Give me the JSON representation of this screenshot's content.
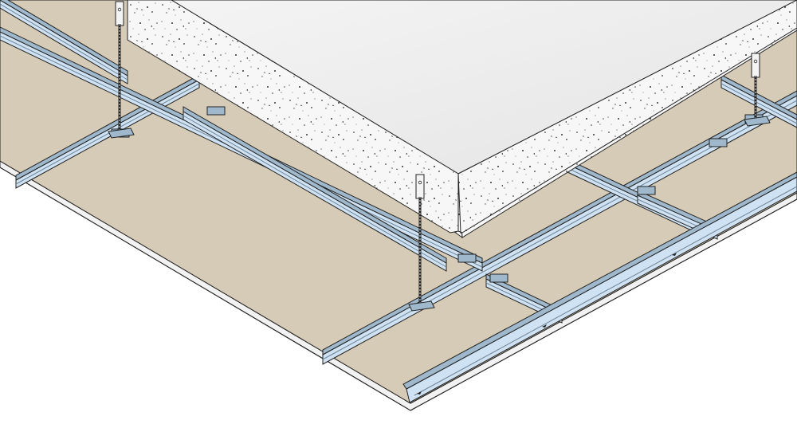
{
  "diagram": {
    "subject": "suspended-ceiling-grid-isometric",
    "components": [
      {
        "id": "concrete-slab",
        "icon": "concrete-slab-icon"
      },
      {
        "id": "plasterboard-panel",
        "icon": "board-icon"
      },
      {
        "id": "main-channel",
        "icon": "c-profile-icon"
      },
      {
        "id": "cross-channel",
        "icon": "c-profile-icon"
      },
      {
        "id": "perimeter-channel",
        "icon": "c-profile-icon"
      },
      {
        "id": "hanger-rod",
        "icon": "threaded-rod-icon"
      },
      {
        "id": "hanger-bracket",
        "icon": "bracket-icon"
      },
      {
        "id": "channel-connector",
        "icon": "clip-icon"
      }
    ]
  },
  "colors": {
    "board": "#d6cbb6",
    "board_edge": "#f2f2f2",
    "slab_top": "#efefef",
    "slab_side": "#f6f6f6",
    "profile_light": "#cfe2f3",
    "profile_mid": "#9fb8cc",
    "profile_dark": "#6e8394",
    "outline": "#222222"
  }
}
